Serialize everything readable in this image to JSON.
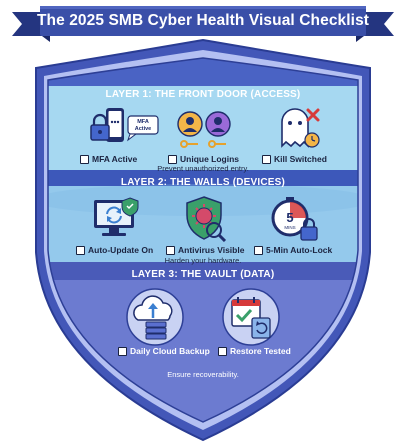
{
  "title": "The 2025 SMB Cyber Health Visual Checklist",
  "layers": [
    {
      "heading": "LAYER 1: THE FRONT DOOR (ACCESS)",
      "items": [
        {
          "label": "MFA Active",
          "icon": "phone-lock-icon"
        },
        {
          "label": "Unique Logins",
          "icon": "users-keys-icon"
        },
        {
          "label": "Kill Switched",
          "icon": "ghost-user-icon"
        }
      ],
      "note": "Prevent unauthorized entry.",
      "badge": "MFA Active"
    },
    {
      "heading": "LAYER 2: THE WALLS (DEVICES)",
      "items": [
        {
          "label": "Auto-Update On",
          "icon": "monitor-update-icon"
        },
        {
          "label": "Antivirus Visible",
          "icon": "virus-shield-icon"
        },
        {
          "label": "5-Min Auto-Lock",
          "icon": "timer-lock-icon"
        }
      ],
      "note": "Harden your hardware.",
      "timer_text": "5",
      "timer_unit": "MINS"
    },
    {
      "heading": "LAYER 3: THE VAULT (DATA)",
      "items": [
        {
          "label": "Daily Cloud Backup",
          "icon": "cloud-backup-icon"
        },
        {
          "label": "Restore Tested",
          "icon": "restore-calendar-icon"
        }
      ],
      "note": "Ensure recoverability."
    }
  ],
  "colors": {
    "ribbon": "#3a4fa8",
    "ribbon_dark": "#243580",
    "shield_outer": "#4a5fc0",
    "shield_mid": "#a9b6ee",
    "layer1": "#9fd3ee",
    "layer1_header": "#3f5fc2",
    "layer2": "#8fc4ea",
    "layer2_header": "#3a56b8",
    "layer3": "#6876c8",
    "layer3_header": "#4c5bb7"
  }
}
